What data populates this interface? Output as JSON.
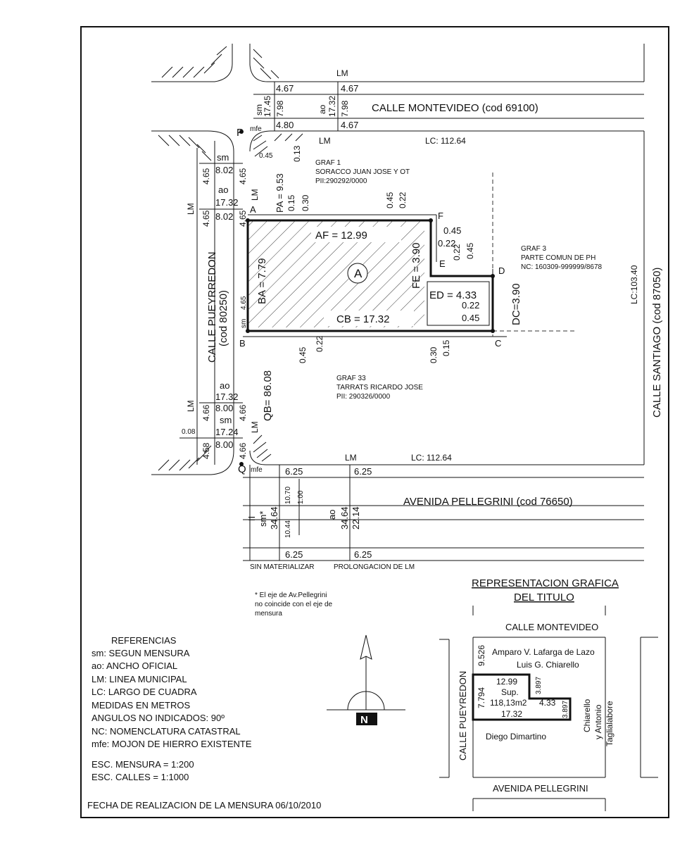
{
  "streets": {
    "montevideo": "CALLE MONTEVIDEO  (cod 69100)",
    "pueyrredon": "CALLE PUEYRREDON",
    "pueyrredon_cod": "(cod 80250)",
    "santiago": "CALLE SANTIAGO (cod 87050)",
    "pellegrini": "AVENIDA PELLEGRINI  (cod 76650)"
  },
  "abbr": {
    "lm": "LM",
    "sm": "sm",
    "ao": "ao",
    "mfe": "mfe",
    "ii": "II",
    "sm_star": "sm*"
  },
  "points": {
    "P": "P",
    "Q": "Q",
    "A": "A",
    "B": "B",
    "C": "C",
    "D": "D",
    "E": "E",
    "F": "F",
    "lot": "A"
  },
  "lot": {
    "af": "AF = 12.99",
    "cb": "CB = 17.32",
    "ba": "BA = 7.79",
    "fe": "FE = 3.90",
    "ed": "ED = 4.33",
    "dc": "DC=3.90",
    "pa": "PA = 9.53",
    "qb": "QB= 86.08"
  },
  "dims": {
    "d467": "4.67",
    "d480": "4.80",
    "d745": "17.45",
    "d798": "7.98",
    "d1732": "17.32",
    "d013": "0.13",
    "d045": "0.45",
    "d465": "4.65",
    "d802": "8.02",
    "d015": "0.15",
    "d030": "0.30",
    "d022": "0.22",
    "d466": "4.66",
    "d800": "8.00",
    "d1724": "17.24",
    "d458": "4.58",
    "d008": "0.08",
    "d625": "6.25",
    "d3464": "34.64",
    "d1070": "10.70",
    "d100": "1.00",
    "d1044": "10.44",
    "d2214": "22.14"
  },
  "lc": {
    "top": "LC: 112.64",
    "bottom": "LC: 112.64",
    "right": "LC:103.40"
  },
  "parcels": {
    "graf1_title": "GRAF 1",
    "graf1_owner": "SORACCO JUAN JOSE Y OT",
    "graf1_pii": "PII:290292/0000",
    "graf3_title": "GRAF 3",
    "graf3_owner": "PARTE COMUN DE PH",
    "graf3_nc": "NC: 160309-999999/8678",
    "graf33_title": "GRAF 33",
    "graf33_owner": "TARRATS RICARDO JOSE",
    "graf33_pii": "PII: 290326/0000"
  },
  "notes": {
    "sin_materializar": "SIN MATERIALIZAR",
    "prolongacion": "PROLONGACION DE LM",
    "eje_1": "* El eje de Av.Pellegrini",
    "eje_2": "no coincide con el eje de",
    "eje_3": "mensura"
  },
  "references": {
    "title": "REFERENCIAS",
    "items": [
      "sm: SEGUN MENSURA",
      "ao: ANCHO OFICIAL",
      "LM: LINEA MUNICIPAL",
      "LC: LARGO DE CUADRA",
      "MEDIDAS EN METROS",
      "ANGULOS NO INDICADOS: 90º",
      "NC: NOMENCLATURA CATASTRAL",
      "mfe: MOJON DE HIERRO EXISTENTE"
    ],
    "scale_mensura": "ESC. MENSURA  = 1:200",
    "scale_calles": "ESC. CALLES   = 1:1000",
    "fecha": "FECHA DE REALIZACION DE LA MENSURA 06/10/2010"
  },
  "north": {
    "label": "N"
  },
  "title_rep": {
    "line1": "REPRESENTACION GRAFICA",
    "line2": "DEL TITULO",
    "top_street": "CALLE MONTEVIDEO",
    "bottom_street": "AVENIDA PELLEGRINI",
    "left_street": "CALLE PUEYREDON",
    "owner1": "Amparo V. Lafarga de Lazo",
    "owner2": "Luis G. Chiarello",
    "right_owner1": "Chiarello",
    "right_owner2": "y Antonio",
    "right_owner3": "Taglialabore",
    "bottom_owner": "Diego Dimartino",
    "d9526": "9.526",
    "d7794": "7.794",
    "d1299": "12.99",
    "sup": "Sup.",
    "area": "118,13m2",
    "d3897a": "3.897",
    "d433": "4.33",
    "d1732": "17.32",
    "d3897b": "3.897"
  }
}
